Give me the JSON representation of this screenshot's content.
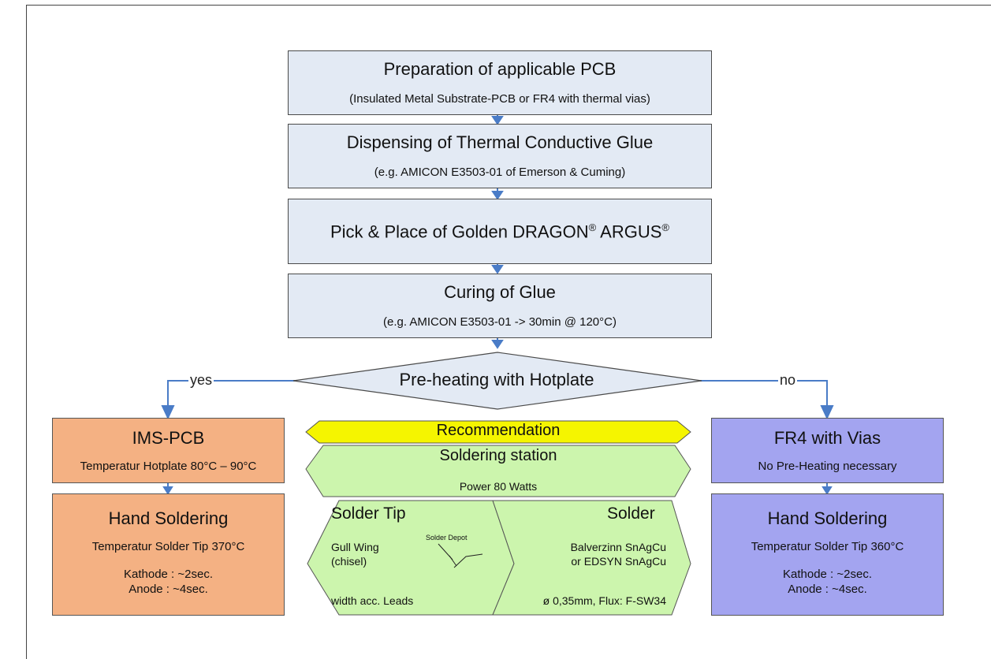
{
  "steps": {
    "prep": {
      "title": "Preparation of applicable PCB",
      "sub": "(Insulated Metal Substrate-PCB or FR4 with thermal vias)"
    },
    "dispense": {
      "title": "Dispensing of Thermal Conductive Glue",
      "sub": "(e.g. AMICON E3503-01 of Emerson & Cuming)"
    },
    "pick": {
      "title_pre": "Pick & Place of Golden DRAGON",
      "reg1": "®",
      "title_mid": " ARGUS",
      "reg2": "®"
    },
    "cure": {
      "title": "Curing of Glue",
      "sub": "(e.g. AMICON E3503-01 -> 30min @ 120°C)"
    }
  },
  "decision": {
    "label": "Pre-heating with Hotplate",
    "yes": "yes",
    "no": "no"
  },
  "ims": {
    "title": "IMS-PCB",
    "sub": "Temperatur Hotplate 80°C – 90°C",
    "hs_title": "Hand Soldering",
    "hs_temp": "Temperatur Solder Tip 370°C",
    "kathode": "Kathode : ~2sec.",
    "anode": "Anode : ~4sec."
  },
  "fr4": {
    "title": "FR4 with Vias",
    "sub": "No Pre-Heating necessary",
    "hs_title": "Hand Soldering",
    "hs_temp": "Temperatur Solder Tip 360°C",
    "kathode": "Kathode : ~2sec.",
    "anode": "Anode : ~4sec."
  },
  "recommendation": {
    "banner": "Recommendation",
    "station_title": "Soldering station",
    "power": "Power 80 Watts",
    "tip_title": "Solder Tip",
    "tip_line1": "Gull Wing",
    "tip_line2": "(chisel)",
    "depot": "Solder Depot",
    "tip_width": "width acc. Leads",
    "solder_title": "Solder",
    "solder_line1": "Balverzinn SnAgCu",
    "solder_line2": "or EDSYN SnAgCu",
    "solder_line3": "ø 0,35mm, Flux: F-SW34"
  },
  "colors": {
    "step_fill": "#e3eaf4",
    "orange": "#f4b183",
    "purple": "#a3a4f0",
    "green": "#ccf5ad",
    "yellow": "#f5f500",
    "connector": "#4a7cc7"
  }
}
